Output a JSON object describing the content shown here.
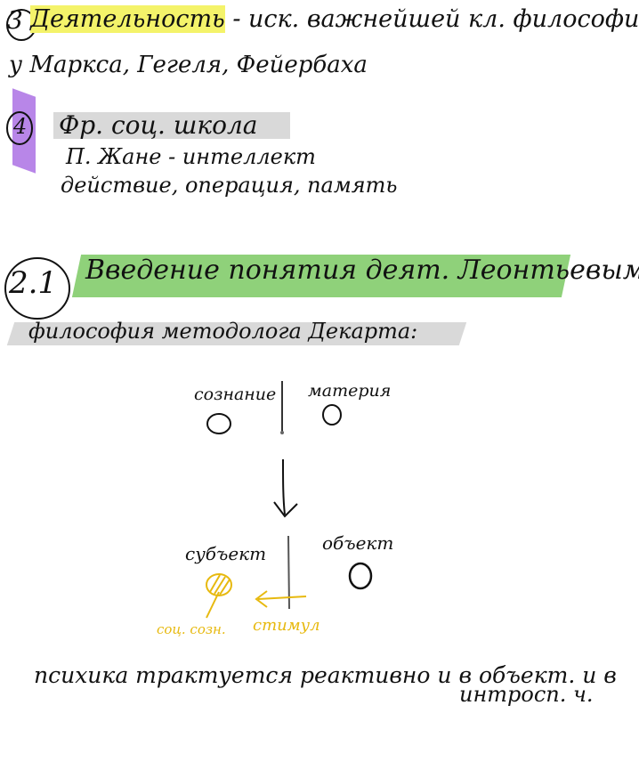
{
  "note": {
    "section3": {
      "number": "3",
      "line1_highlight": "Деятельность",
      "line1_rest": " - иск. важнейшей кл. философии",
      "line2": "у Маркса, Гегеля, Фейербаха"
    },
    "section4": {
      "number": "4",
      "line1": "Фр. соц. школа",
      "line2": "П. Жане - интеллект",
      "line3": "действие, операция, память"
    },
    "section21": {
      "number": "2.1",
      "title": "Введение понятия деят. Леонтьевым",
      "subtitle": "философия методолога Декарта:"
    },
    "diagram": {
      "top_left": "сознание",
      "top_right": "материя",
      "bottom_left": "субъект",
      "bottom_right": "объект",
      "yellow_left": "соц. созн.",
      "yellow_right": "стимул"
    },
    "footer": {
      "line1": "психика трактуется реактивно и в объект. и в",
      "line2": "интросп. ч."
    }
  }
}
